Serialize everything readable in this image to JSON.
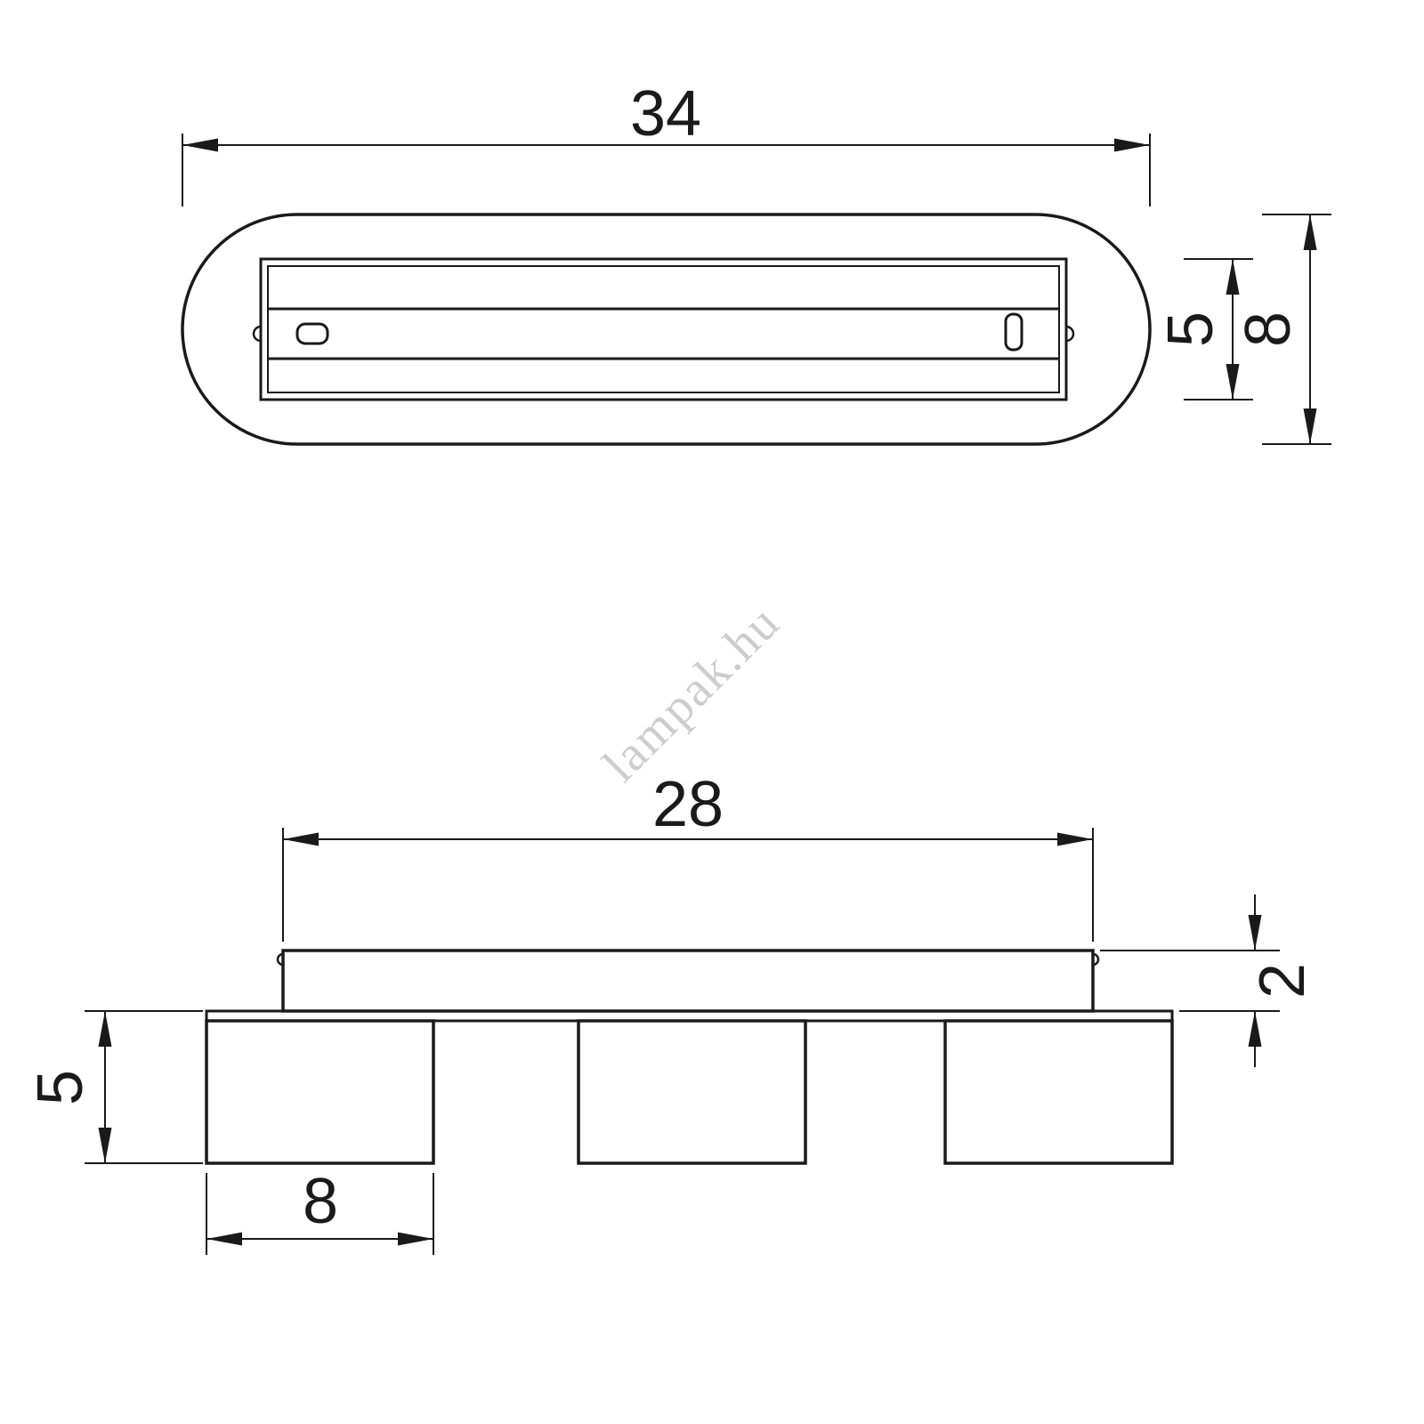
{
  "watermark": "lampak.hu",
  "dimensions": {
    "top_view": {
      "overall_width": "34",
      "plate_height": "5",
      "overall_height": "8"
    },
    "front_view": {
      "base_width": "28",
      "base_thickness": "2",
      "spot_height": "5",
      "spot_width": "8"
    }
  }
}
